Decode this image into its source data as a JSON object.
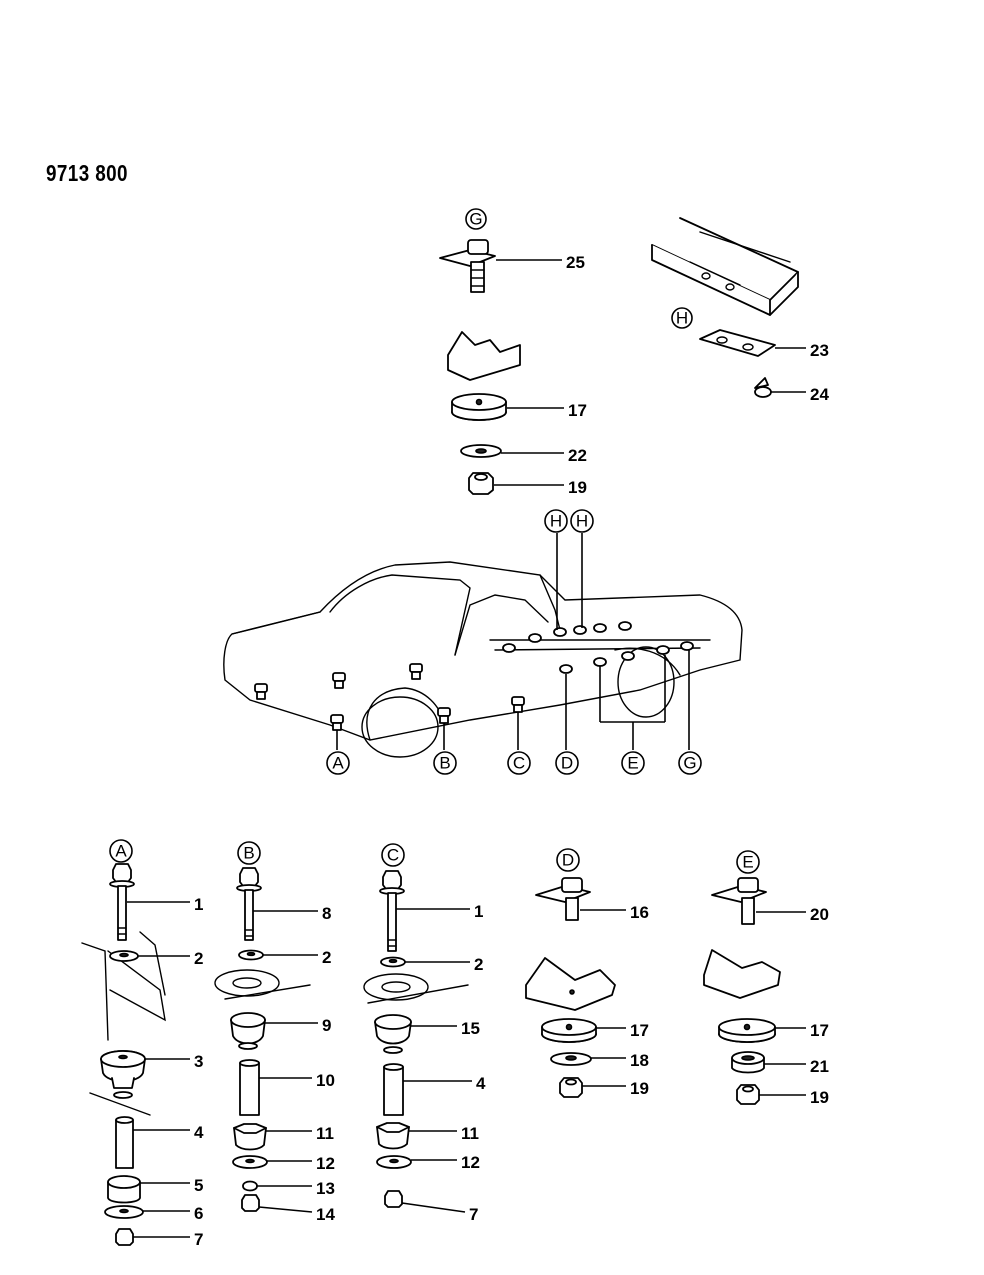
{
  "document": {
    "code": "9713 800"
  },
  "callouts": {
    "A": "A",
    "B": "B",
    "C": "C",
    "D": "D",
    "E": "E",
    "G": "G",
    "H": "H"
  },
  "parts": {
    "top_g": [
      "25",
      "17",
      "22",
      "19"
    ],
    "top_h": [
      "23",
      "24"
    ],
    "group_a": [
      "1",
      "2",
      "3",
      "4",
      "5",
      "6",
      "7"
    ],
    "group_b": [
      "8",
      "2",
      "9",
      "10",
      "11",
      "12",
      "13",
      "14"
    ],
    "group_c": [
      "1",
      "2",
      "15",
      "4",
      "11",
      "12",
      "7"
    ],
    "group_d": [
      "16",
      "17",
      "18",
      "19"
    ],
    "group_e": [
      "20",
      "17",
      "21",
      "19"
    ]
  }
}
